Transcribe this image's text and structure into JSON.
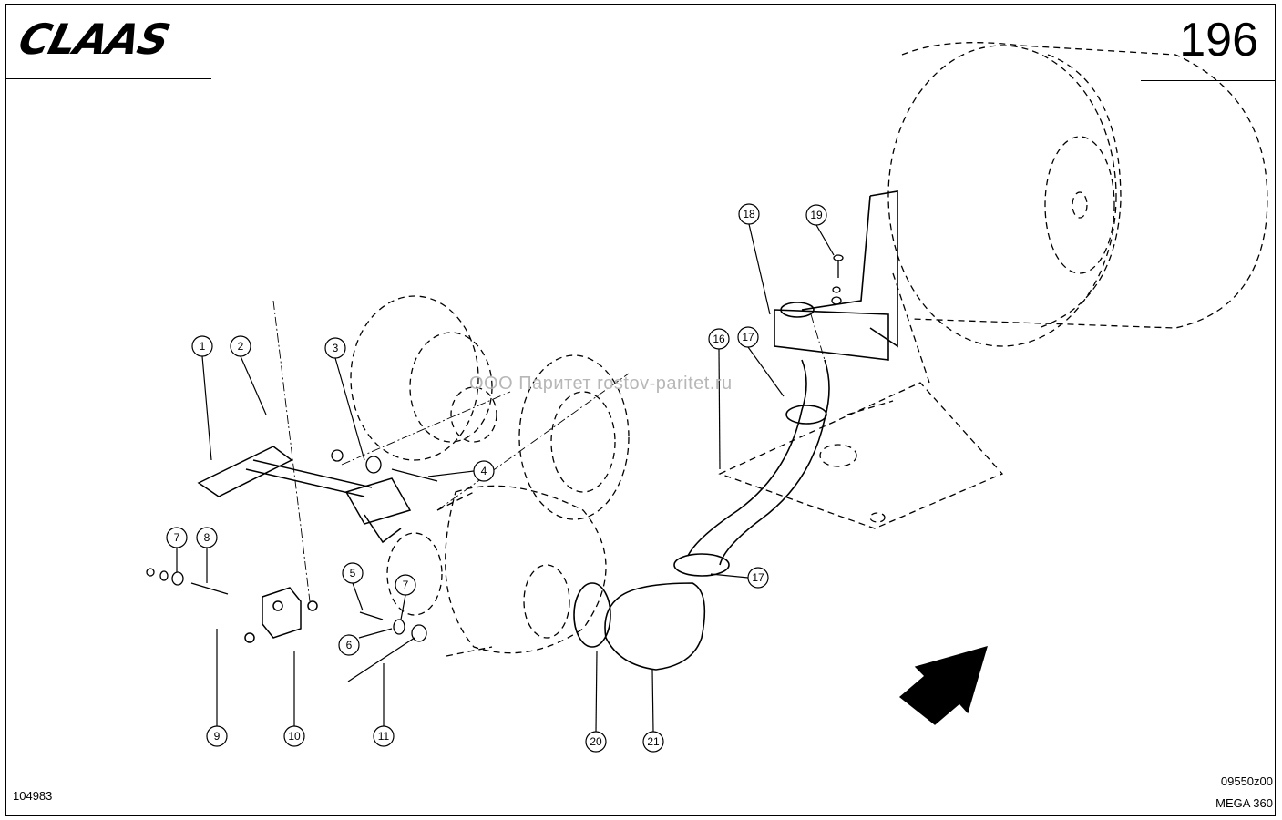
{
  "header": {
    "brand": "CLAAS",
    "page_number": "196"
  },
  "footer": {
    "document_id": "104983",
    "drawing_code": "09550z00",
    "model": "MEGA 360"
  },
  "watermark": {
    "text": "ООО Паритет   rostov-paritet.ru"
  },
  "callouts": [
    "1",
    "2",
    "3",
    "4",
    "5",
    "6",
    "7",
    "7",
    "8",
    "9",
    "10",
    "11",
    "16",
    "17",
    "17",
    "18",
    "19",
    "20",
    "21"
  ]
}
